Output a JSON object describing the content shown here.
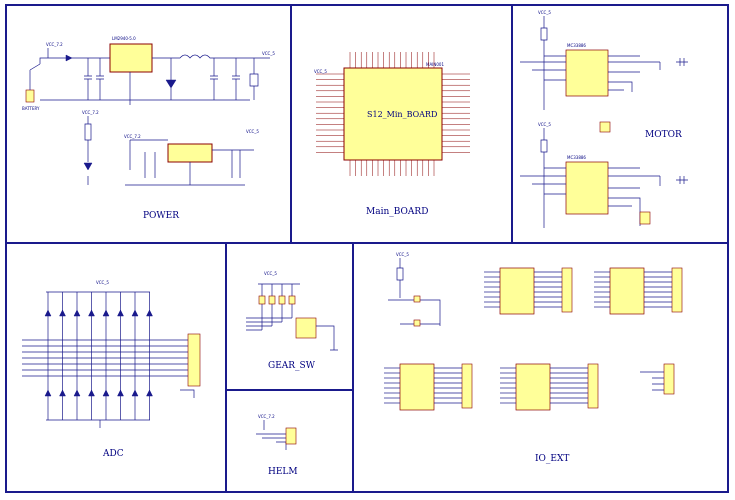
{
  "sections": {
    "power": "POWER",
    "main_board": "Main_BOARD",
    "motor": "MOTOR",
    "adc": "ADC",
    "gear_sw": "GEAR_SW",
    "helm": "HELM",
    "io_ext": "IO_EXT"
  },
  "chips": {
    "mcu": "S12_Min_BOARD"
  },
  "labels": {
    "vcc5": "VCC_5",
    "vcc72": "VCC_7.2",
    "battery": "BATTERY",
    "u_main": "MAIN001",
    "u_power": "LM2940-5.0",
    "u_motor_a": "MC33886",
    "u_motor_b": "MC33886"
  }
}
